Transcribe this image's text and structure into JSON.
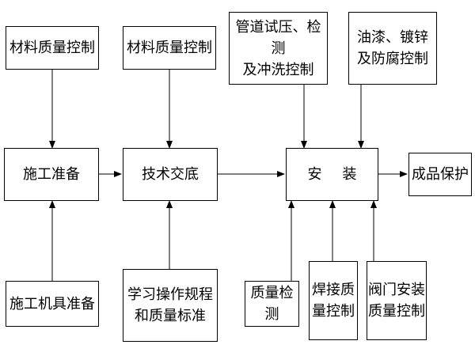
{
  "nodes": {
    "material_quality_1": "材料质量控制",
    "material_quality_2": "材料质量控制",
    "pipe_test": {
      "line1": "管道试压、检测",
      "line2": "及冲洗控制"
    },
    "paint": {
      "line1": "油漆、镀锌",
      "line2": "及防腐控制"
    },
    "construction_prep": "施工准备",
    "tech_briefing": "技术交底",
    "install": "安装",
    "product_protection": "成品保护",
    "tool_prep": "施工机具准备",
    "study": {
      "line1": "学习操作规程",
      "line2": "和质量标准"
    },
    "quality_inspection": "质量检测",
    "welding": {
      "line1": "焊接质",
      "line2": "量控制"
    },
    "valve": {
      "line1": "阀门安装",
      "line2": "质量控制"
    }
  },
  "edges": [
    [
      "material_quality_1",
      "construction_prep"
    ],
    [
      "tool_prep",
      "construction_prep"
    ],
    [
      "construction_prep",
      "tech_briefing"
    ],
    [
      "material_quality_2",
      "tech_briefing"
    ],
    [
      "study",
      "tech_briefing"
    ],
    [
      "tech_briefing",
      "install"
    ],
    [
      "pipe_test",
      "install"
    ],
    [
      "paint",
      "install"
    ],
    [
      "quality_inspection",
      "install"
    ],
    [
      "welding",
      "install"
    ],
    [
      "valve",
      "install"
    ],
    [
      "install",
      "product_protection"
    ]
  ],
  "colors": {
    "line": "#000000",
    "box_border": "#000000",
    "text": "#000000"
  }
}
